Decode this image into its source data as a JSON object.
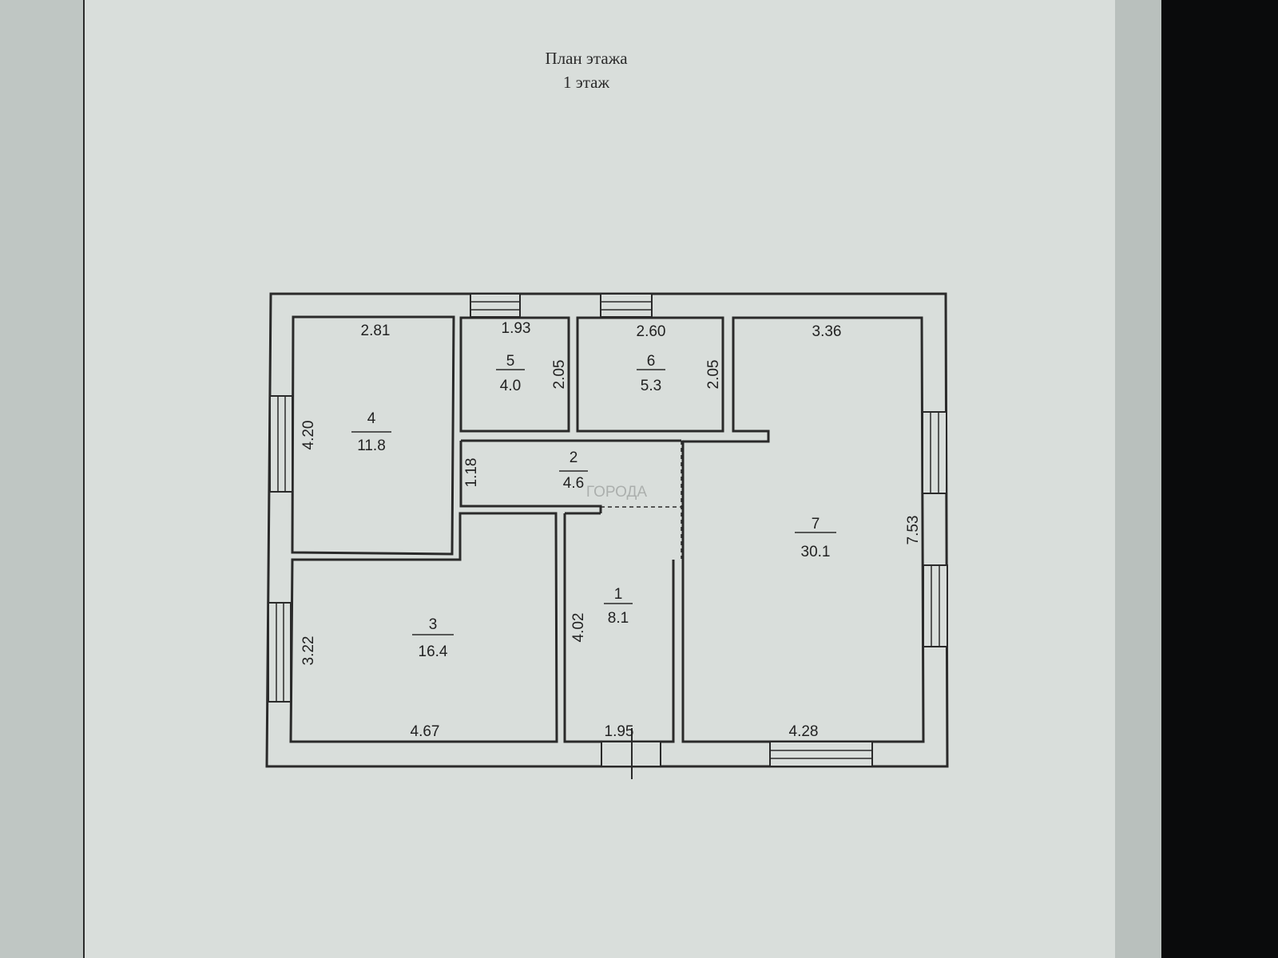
{
  "header": {
    "title": "План этажа",
    "floor": "1 этаж"
  },
  "rooms": [
    {
      "number": "1",
      "area": "8.1"
    },
    {
      "number": "2",
      "area": "4.6"
    },
    {
      "number": "3",
      "area": "16.4"
    },
    {
      "number": "4",
      "area": "11.8"
    },
    {
      "number": "5",
      "area": "4.0"
    },
    {
      "number": "6",
      "area": "5.3"
    },
    {
      "number": "7",
      "area": "30.1"
    }
  ],
  "dimensions": {
    "room4_width": "2.81",
    "room4_height": "4.20",
    "room5_width": "1.93",
    "room5_height": "2.05",
    "room6_width": "2.60",
    "room6_height": "2.05",
    "room7_width": "3.36",
    "room7_height": "7.53",
    "room7_bottom": "4.28",
    "room2_height": "1.18",
    "room3_height": "3.22",
    "room3_width": "4.67",
    "room1_height": "4.02",
    "room1_width": "1.95"
  },
  "watermark": "ГОРОДА",
  "colors": {
    "paper": "#d9dedb",
    "ink": "#2a2a2a",
    "background": "#c3c9c6"
  }
}
